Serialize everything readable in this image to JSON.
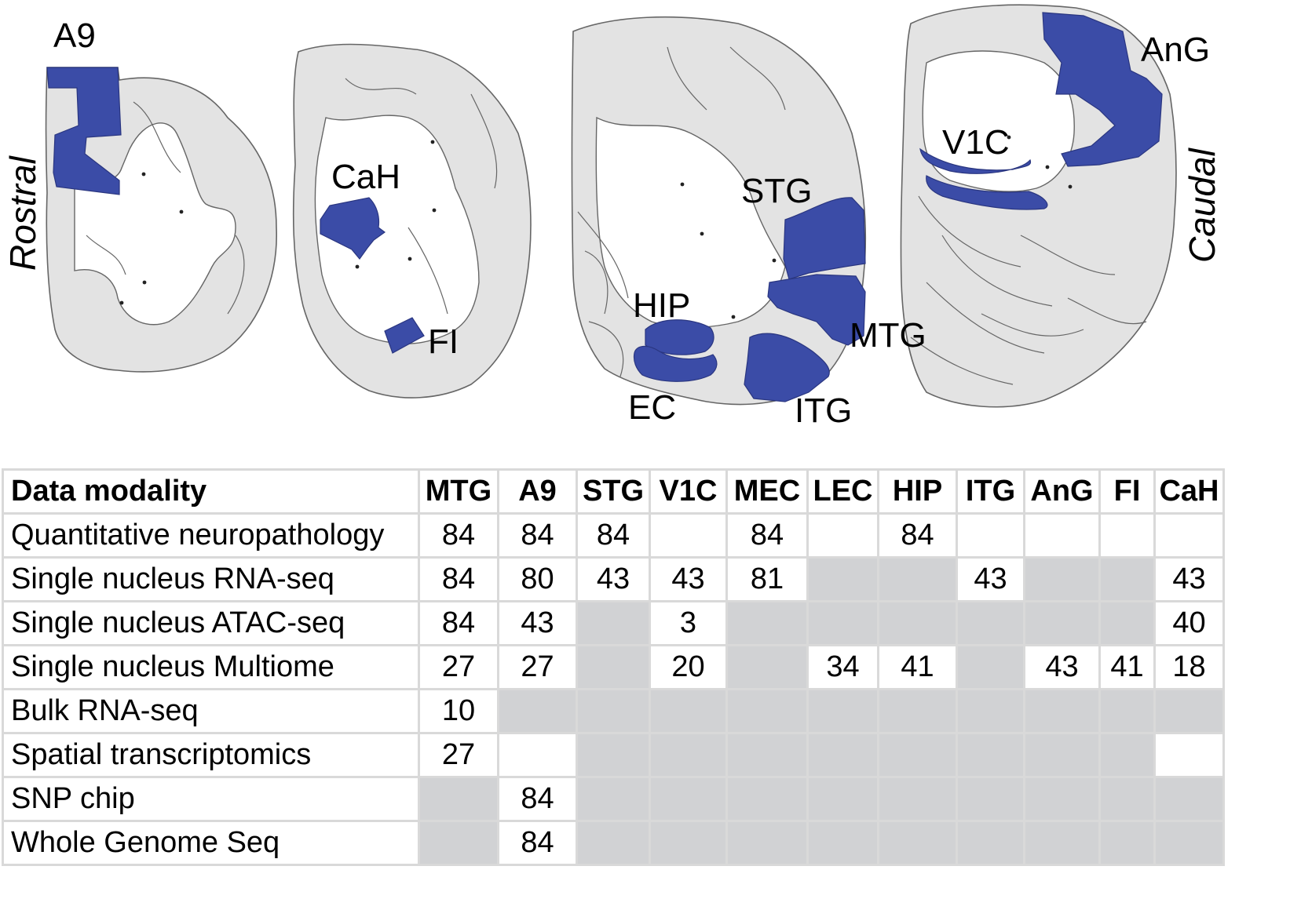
{
  "figure": {
    "orientation": {
      "left": "Rostral",
      "right": "Caudal"
    },
    "region_labels": [
      "A9",
      "CaH",
      "FI",
      "STG",
      "HIP",
      "MTG",
      "EC",
      "ITG",
      "V1C",
      "AnG"
    ],
    "colors": {
      "highlight": "#3b4ca7",
      "tissue": "#e3e3e3",
      "outline": "#666666",
      "unavailable_cell": "#d1d2d4",
      "grid": "#d9d9d9"
    }
  },
  "table": {
    "header": [
      "Data modality",
      "MTG",
      "A9",
      "STG",
      "V1C",
      "MEC",
      "LEC",
      "HIP",
      "ITG",
      "AnG",
      "FI",
      "CaH"
    ],
    "rows": [
      {
        "label": "Quantitative neuropathology",
        "cells": [
          {
            "v": "84"
          },
          {
            "v": "84"
          },
          {
            "v": "84"
          },
          {
            "v": ""
          },
          {
            "v": "84"
          },
          {
            "v": ""
          },
          {
            "v": "84"
          },
          {
            "v": ""
          },
          {
            "v": ""
          },
          {
            "v": ""
          },
          {
            "v": ""
          }
        ]
      },
      {
        "label": "Single nucleus RNA-seq",
        "cells": [
          {
            "v": "84"
          },
          {
            "v": "80"
          },
          {
            "v": "43"
          },
          {
            "v": "43"
          },
          {
            "v": "81"
          },
          {
            "v": "",
            "na": true
          },
          {
            "v": "",
            "na": true
          },
          {
            "v": "43"
          },
          {
            "v": "",
            "na": true
          },
          {
            "v": "",
            "na": true
          },
          {
            "v": "43"
          }
        ]
      },
      {
        "label": "Single nucleus ATAC-seq",
        "cells": [
          {
            "v": "84"
          },
          {
            "v": "43"
          },
          {
            "v": "",
            "na": true
          },
          {
            "v": "3"
          },
          {
            "v": "",
            "na": true
          },
          {
            "v": "",
            "na": true
          },
          {
            "v": "",
            "na": true
          },
          {
            "v": "",
            "na": true
          },
          {
            "v": "",
            "na": true
          },
          {
            "v": "",
            "na": true
          },
          {
            "v": "40"
          }
        ]
      },
      {
        "label": "Single nucleus Multiome",
        "cells": [
          {
            "v": "27"
          },
          {
            "v": "27"
          },
          {
            "v": "",
            "na": true
          },
          {
            "v": "20"
          },
          {
            "v": "",
            "na": true
          },
          {
            "v": "34"
          },
          {
            "v": "41"
          },
          {
            "v": "",
            "na": true
          },
          {
            "v": "43"
          },
          {
            "v": "41"
          },
          {
            "v": "18"
          }
        ]
      },
      {
        "label": "Bulk RNA-seq",
        "cells": [
          {
            "v": "10"
          },
          {
            "v": "",
            "na": true
          },
          {
            "v": "",
            "na": true
          },
          {
            "v": "",
            "na": true
          },
          {
            "v": "",
            "na": true
          },
          {
            "v": "",
            "na": true
          },
          {
            "v": "",
            "na": true
          },
          {
            "v": "",
            "na": true
          },
          {
            "v": "",
            "na": true
          },
          {
            "v": "",
            "na": true
          },
          {
            "v": "",
            "na": true
          }
        ]
      },
      {
        "label": "Spatial transcriptomics",
        "cells": [
          {
            "v": "27"
          },
          {
            "v": ""
          },
          {
            "v": "",
            "na": true
          },
          {
            "v": "",
            "na": true
          },
          {
            "v": "",
            "na": true
          },
          {
            "v": "",
            "na": true
          },
          {
            "v": "",
            "na": true
          },
          {
            "v": "",
            "na": true
          },
          {
            "v": "",
            "na": true
          },
          {
            "v": "",
            "na": true
          },
          {
            "v": ""
          }
        ]
      },
      {
        "label": "SNP chip",
        "cells": [
          {
            "v": "",
            "na": true
          },
          {
            "v": "84"
          },
          {
            "v": "",
            "na": true
          },
          {
            "v": "",
            "na": true
          },
          {
            "v": "",
            "na": true
          },
          {
            "v": "",
            "na": true
          },
          {
            "v": "",
            "na": true
          },
          {
            "v": "",
            "na": true
          },
          {
            "v": "",
            "na": true
          },
          {
            "v": "",
            "na": true
          },
          {
            "v": "",
            "na": true
          }
        ]
      },
      {
        "label": "Whole Genome Seq",
        "cells": [
          {
            "v": "",
            "na": true
          },
          {
            "v": "84"
          },
          {
            "v": "",
            "na": true
          },
          {
            "v": "",
            "na": true
          },
          {
            "v": "",
            "na": true
          },
          {
            "v": "",
            "na": true
          },
          {
            "v": "",
            "na": true
          },
          {
            "v": "",
            "na": true
          },
          {
            "v": "",
            "na": true
          },
          {
            "v": "",
            "na": true
          },
          {
            "v": "",
            "na": true
          }
        ]
      }
    ]
  }
}
